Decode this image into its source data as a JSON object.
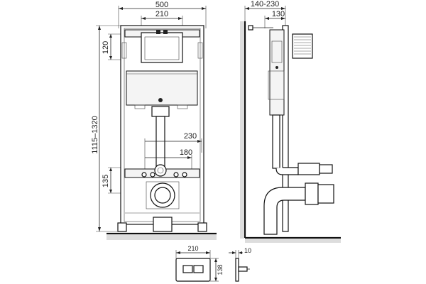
{
  "front_view": {
    "width_total": "500",
    "width_panel": "210",
    "height_range": "1115–1320",
    "height_top": "120",
    "pipe_offset_a": "230",
    "pipe_offset_b": "180",
    "height_bottom": "135"
  },
  "side_view": {
    "depth_range": "140-230",
    "depth_tank": "130"
  },
  "flush_plate": {
    "width": "210",
    "height": "138",
    "thickness": "10"
  }
}
